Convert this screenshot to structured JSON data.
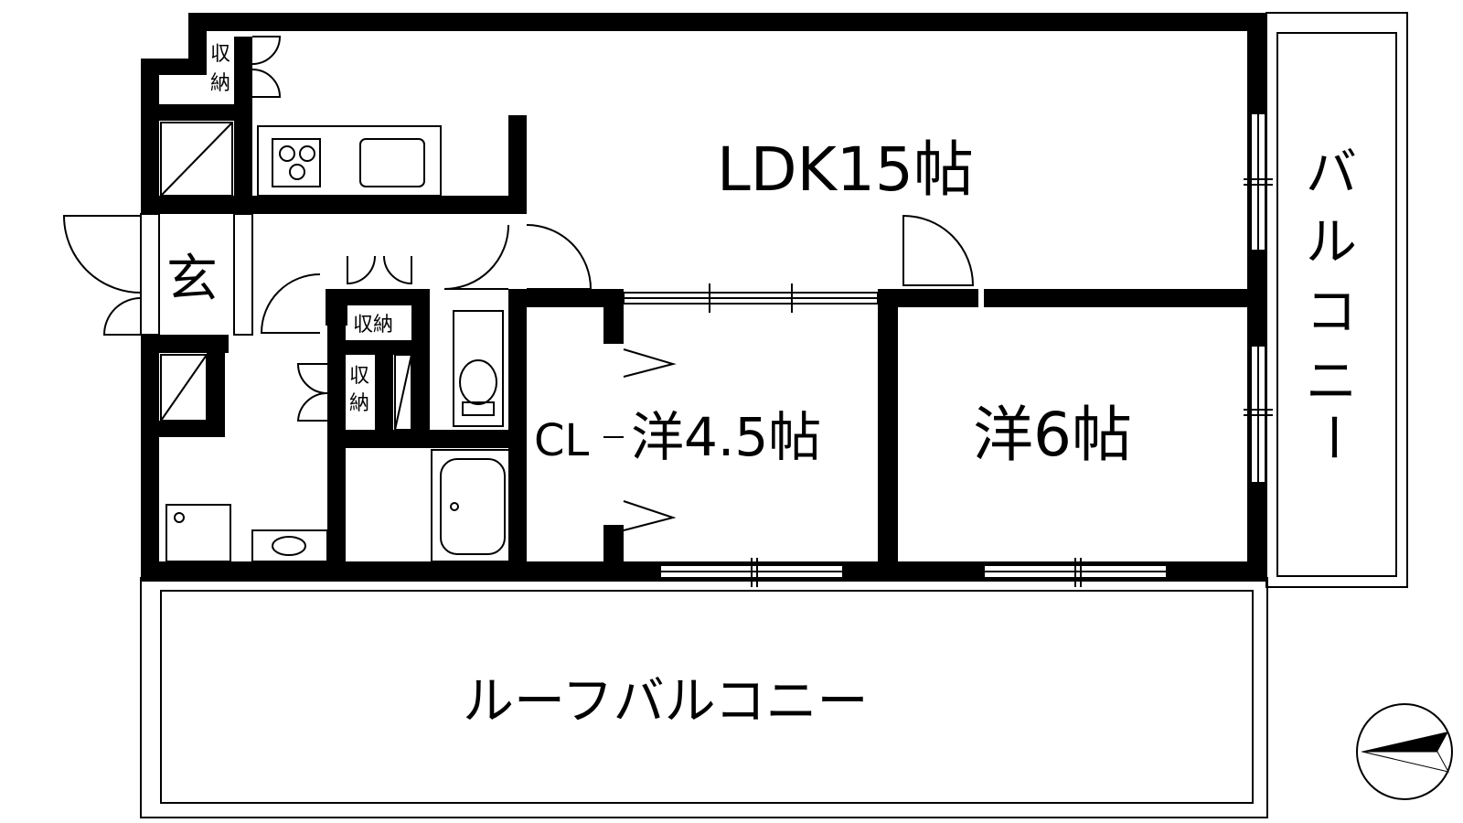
{
  "rooms": {
    "ldk": "LDK15帖",
    "western_a": "洋4.5帖",
    "western_b": "洋6帖",
    "closet": "CL",
    "entrance": "玄",
    "storage": "収納",
    "storage_v1": "収",
    "storage_v2": "納",
    "balcony": "バルコニー",
    "balcony_chars": [
      "バ",
      "ル",
      "コ",
      "ニ",
      "ー"
    ],
    "roof_balcony": "ルーフバルコニー"
  },
  "icons": {
    "compass": "north-arrow-icon",
    "stove": "stove-icon",
    "sink": "kitchen-sink-icon",
    "toilet": "toilet-icon",
    "bathtub": "bathtub-icon",
    "washbasin": "washbasin-icon",
    "washer": "washing-machine-icon"
  },
  "colors": {
    "wall": "#000000",
    "background": "#ffffff"
  }
}
